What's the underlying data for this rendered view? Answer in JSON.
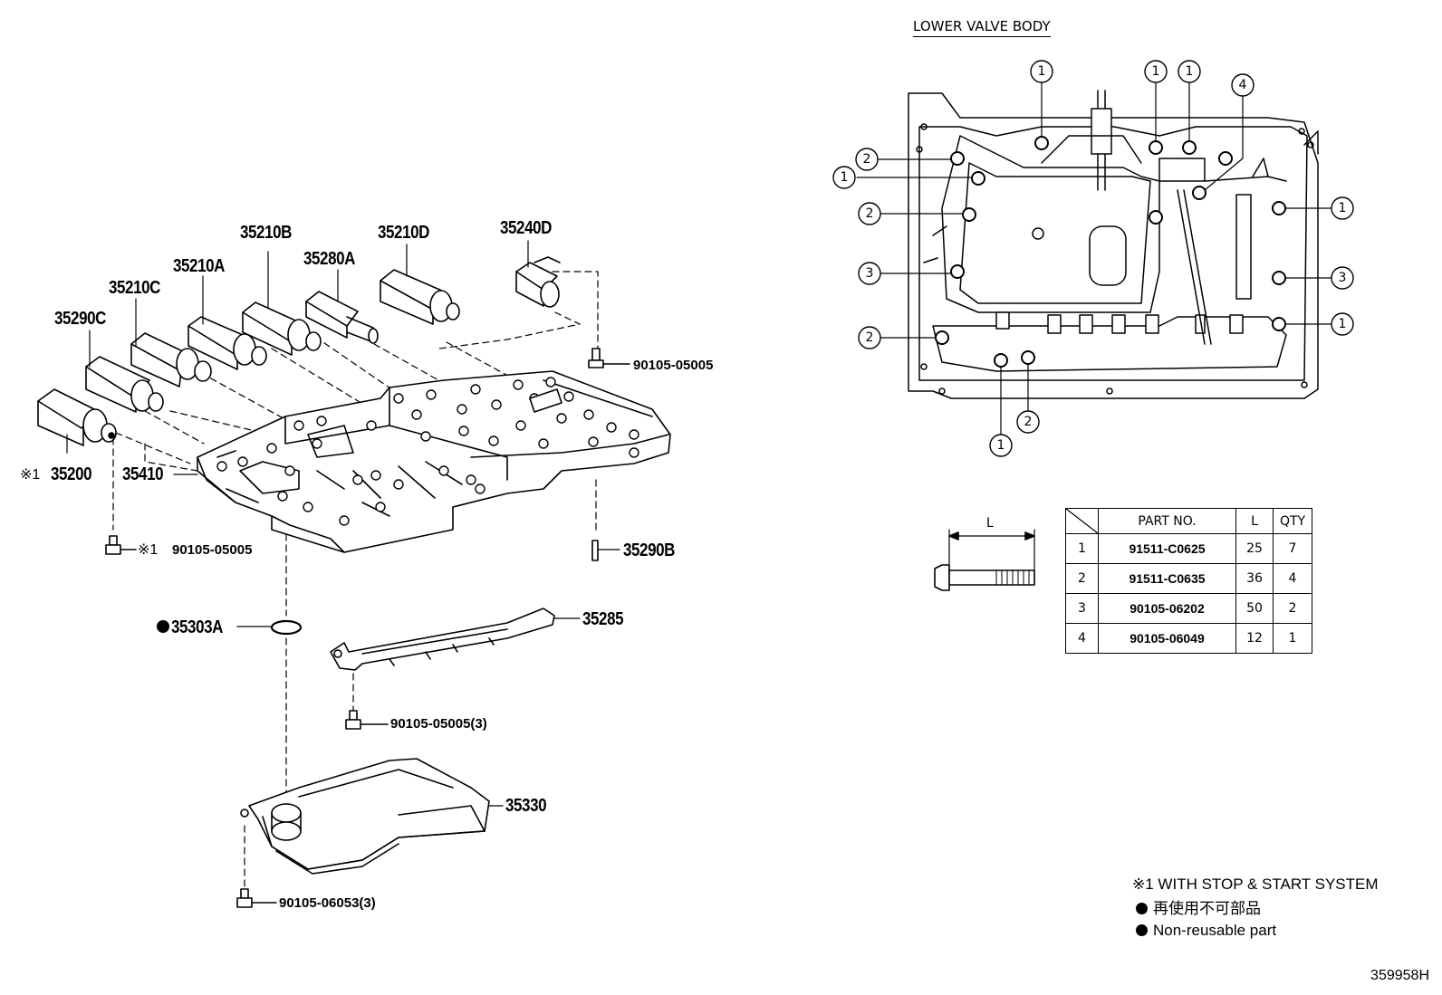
{
  "lower_view": {
    "title": "LOWER VALVE BODY",
    "callouts": [
      "1",
      "2",
      "3",
      "4"
    ]
  },
  "parts": {
    "p35240D": "35240D",
    "p35210D": "35210D",
    "p35210B": "35210B",
    "p35280A": "35280A",
    "p35210A": "35210A",
    "p35210C": "35210C",
    "p35290C": "35290C",
    "p35200": "35200",
    "p35410": "35410",
    "p35290B": "35290B",
    "p35303A": "35303A",
    "p35285": "35285",
    "p35330": "35330",
    "b_top": "90105-05005",
    "b_left": "90105-05005",
    "b_mid": "90105-05005(3)",
    "b_bot": "90105-06053(3)",
    "mark1": "※1"
  },
  "table": {
    "length_label": "L",
    "headers": [
      "PART NO.",
      "L",
      "QTY"
    ],
    "rows": [
      {
        "no": "1",
        "part": "91511-C0625",
        "l": "25",
        "qty": "7"
      },
      {
        "no": "2",
        "part": "91511-C0635",
        "l": "36",
        "qty": "4"
      },
      {
        "no": "3",
        "part": "90105-06202",
        "l": "50",
        "qty": "2"
      },
      {
        "no": "4",
        "part": "90105-06049",
        "l": "12",
        "qty": "1"
      }
    ]
  },
  "notes": {
    "stop_start": "※1 WITH STOP & START SYSTEM",
    "jp": "再使用不可部品",
    "non_reusable": "Non-reusable part"
  },
  "diagram_code": "359958H"
}
